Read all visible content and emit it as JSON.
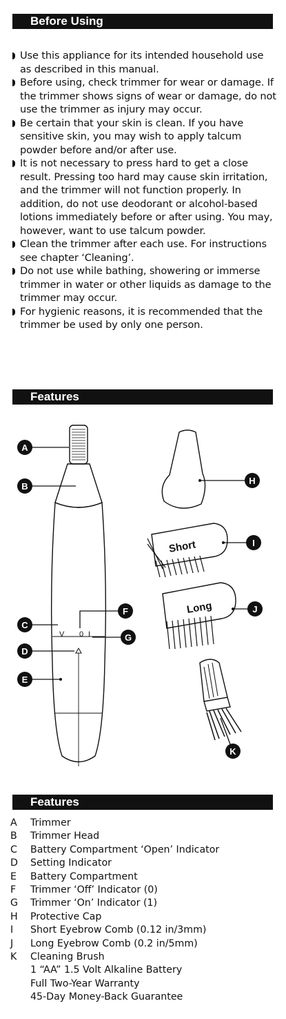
{
  "sections": {
    "before_using": {
      "title": "Before Using",
      "bullets": [
        "Use this appliance for its intended household use as described in this manual.",
        "Before using, check trimmer for wear or damage. If the trimmer shows signs of wear or damage, do not use the trimmer as injury may occur.",
        "Be certain that your skin is clean. If you have sensitive skin, you may wish to apply talcum powder before and/or after use.",
        "It is not necessary to press hard to get a close result.  Pressing too hard may cause skin irritation, and the trimmer will not function properly. In addition, do not use deodorant or alcohol-based lotions immediately before or after using. You may, however, want to use talcum powder.",
        "Clean the trimmer after each use. For instructions see chapter ‘Cleaning’.",
        "Do not use while bathing, showering or immerse trimmer in water or other liquids as damage to the trimmer may occur.",
        "For hygienic reasons, it is recommended that the trimmer be used by only one person."
      ]
    },
    "features_diagram": {
      "title": "Features",
      "callouts": [
        "A",
        "B",
        "C",
        "D",
        "E",
        "F",
        "G",
        "H",
        "I",
        "J",
        "K"
      ],
      "comb_labels": {
        "short": "Short",
        "long": "Long"
      },
      "switch_marks": {
        "open": "V",
        "off": "0",
        "on": "I"
      }
    },
    "features_list": {
      "title": "Features",
      "items": [
        {
          "key": "A",
          "label": "Trimmer"
        },
        {
          "key": "B",
          "label": "Trimmer Head"
        },
        {
          "key": "C",
          "label": "Battery Compartment ‘Open’ Indicator"
        },
        {
          "key": "D",
          "label": "Setting Indicator"
        },
        {
          "key": "E",
          "label": "Battery Compartment"
        },
        {
          "key": "F",
          "label": "Trimmer ‘Off’ Indicator (0)"
        },
        {
          "key": "G",
          "label": "Trimmer ‘On’ Indicator (1)"
        },
        {
          "key": "H",
          "label": "Protective Cap"
        },
        {
          "key": "I",
          "label": "Short Eyebrow Comb (0.12 in/3mm)"
        },
        {
          "key": "J",
          "label": "Long Eyebrow Comb (0.2 in/5mm)"
        },
        {
          "key": "K",
          "label": "Cleaning Brush"
        }
      ],
      "extras": [
        "1 “AA” 1.5 Volt Alkaline Battery",
        "Full Two-Year Warranty",
        "45-Day Money-Back Guarantee"
      ]
    }
  }
}
